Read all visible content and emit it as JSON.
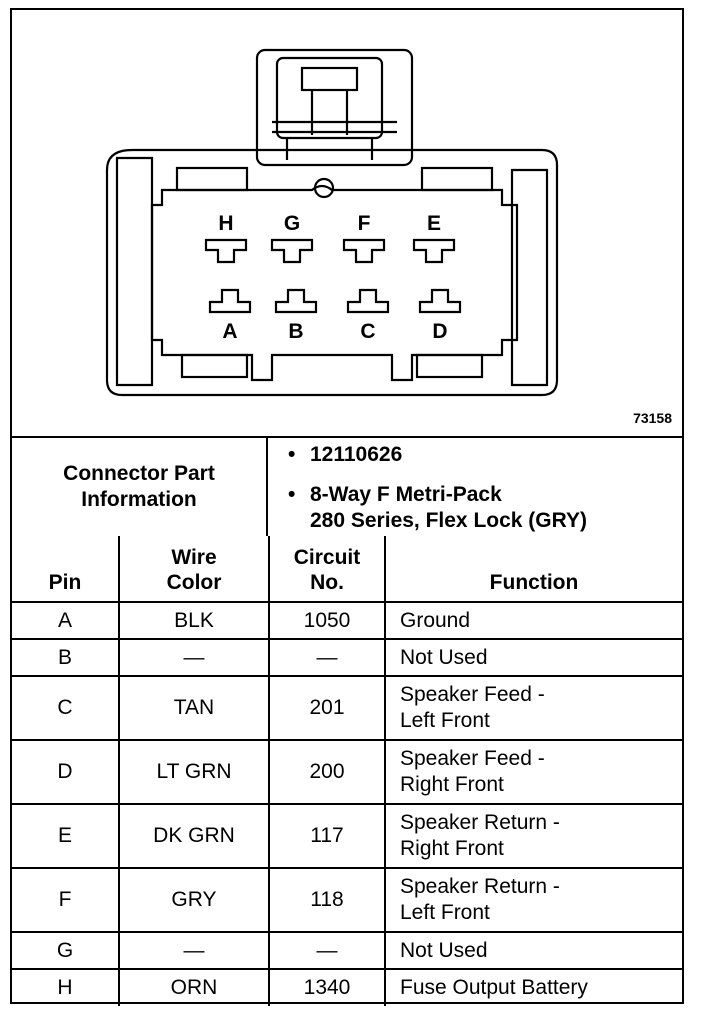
{
  "figure_id": "73158",
  "connector": {
    "pins_top": [
      "H",
      "G",
      "F",
      "E"
    ],
    "pins_bottom": [
      "A",
      "B",
      "C",
      "D"
    ]
  },
  "part_info": {
    "label_line1": "Connector Part",
    "label_line2": "Information",
    "bullet_glyph": "•",
    "part_number": "12110626",
    "desc_line1": "8-Way F Metri-Pack",
    "desc_line2": "280 Series, Flex Lock (GRY)"
  },
  "headers": {
    "pin": "Pin",
    "wire_l1": "Wire",
    "wire_l2": "Color",
    "circuit_l1": "Circuit",
    "circuit_l2": "No.",
    "function": "Function"
  },
  "rows": [
    {
      "pin": "A",
      "wire": "BLK",
      "circuit": "1050",
      "fn1": "Ground",
      "fn2": ""
    },
    {
      "pin": "B",
      "wire": "—",
      "circuit": "—",
      "fn1": "Not Used",
      "fn2": ""
    },
    {
      "pin": "C",
      "wire": "TAN",
      "circuit": "201",
      "fn1": "Speaker Feed -",
      "fn2": "Left Front"
    },
    {
      "pin": "D",
      "wire": "LT GRN",
      "circuit": "200",
      "fn1": "Speaker Feed -",
      "fn2": "Right Front"
    },
    {
      "pin": "E",
      "wire": "DK GRN",
      "circuit": "117",
      "fn1": "Speaker Return -",
      "fn2": "Right Front"
    },
    {
      "pin": "F",
      "wire": "GRY",
      "circuit": "118",
      "fn1": "Speaker Return -",
      "fn2": "Left Front"
    },
    {
      "pin": "G",
      "wire": "—",
      "circuit": "—",
      "fn1": "Not Used",
      "fn2": ""
    },
    {
      "pin": "H",
      "wire": "ORN",
      "circuit": "1340",
      "fn1": "Fuse Output Battery",
      "fn2": ""
    }
  ]
}
